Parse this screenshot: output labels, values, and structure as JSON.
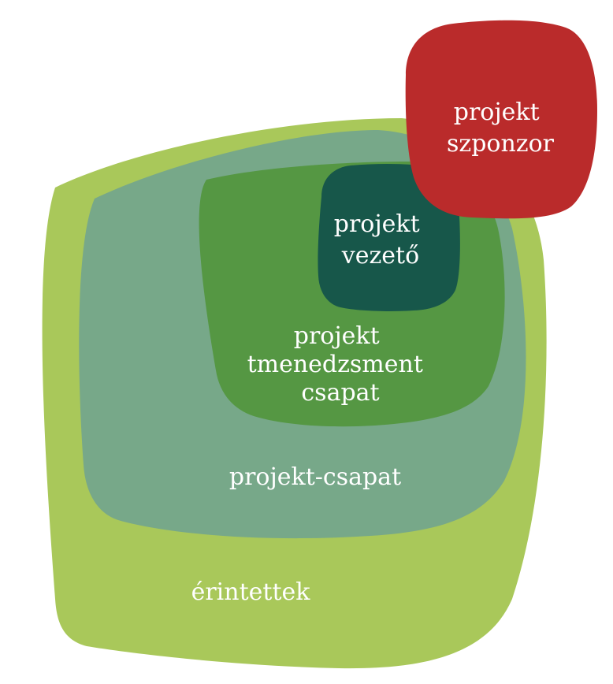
{
  "diagram": {
    "layers": [
      {
        "id": "erintettek",
        "lines": [
          "érintettek"
        ],
        "color": "#a9c85a"
      },
      {
        "id": "projekt-csapat",
        "lines": [
          "projekt-csapat"
        ],
        "color": "#77a889"
      },
      {
        "id": "menedzsment-csapat",
        "lines": [
          "projekt",
          "tmenedzsment",
          "csapat"
        ],
        "color": "#559743"
      },
      {
        "id": "projekt-vezeto",
        "lines": [
          "projekt",
          "vezető"
        ],
        "color": "#17574a"
      },
      {
        "id": "projekt-szponzor",
        "lines": [
          "projekt",
          "szponzor"
        ],
        "color": "#ba2b2b"
      }
    ]
  }
}
